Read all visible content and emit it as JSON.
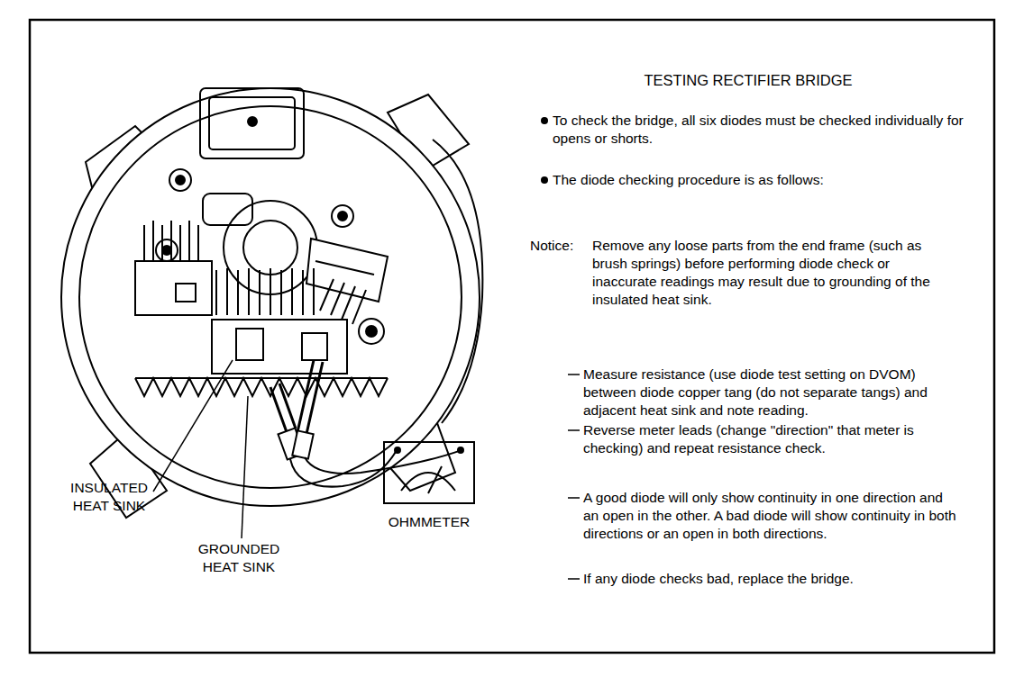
{
  "diagram": {
    "title": "TESTING RECTIFIER BRIDGE",
    "nodes": [
      {
        "text": [
          "OHMMETER"
        ]
      }
    ],
    "labels": [
      "To check the bridge, all six diodes must be checked individually for opens or shorts.",
      "The diode checking procedure is as follows:",
      "Notice:",
      "Remove any loose parts from the end frame (such as brush springs) before performing diode check or inaccurate readings may result due to grounding of the insulated heat sink.",
      "Measure resistance (use diode test setting on DVOM) between diode copper tang (do not separate tangs) and adjacent heat sink and note reading.",
      "Reverse meter leads (change \"direction\" that meter is checking) and repeat resistance check.",
      "A good diode will only show continuity in one direction and an open in the other. A bad diode will show continuity in both directions or an open in both directions.",
      "If any diode checks bad, replace the bridge.",
      "INSULATED HEAT SINK",
      "GROUNDED HEAT SINK"
    ]
  }
}
